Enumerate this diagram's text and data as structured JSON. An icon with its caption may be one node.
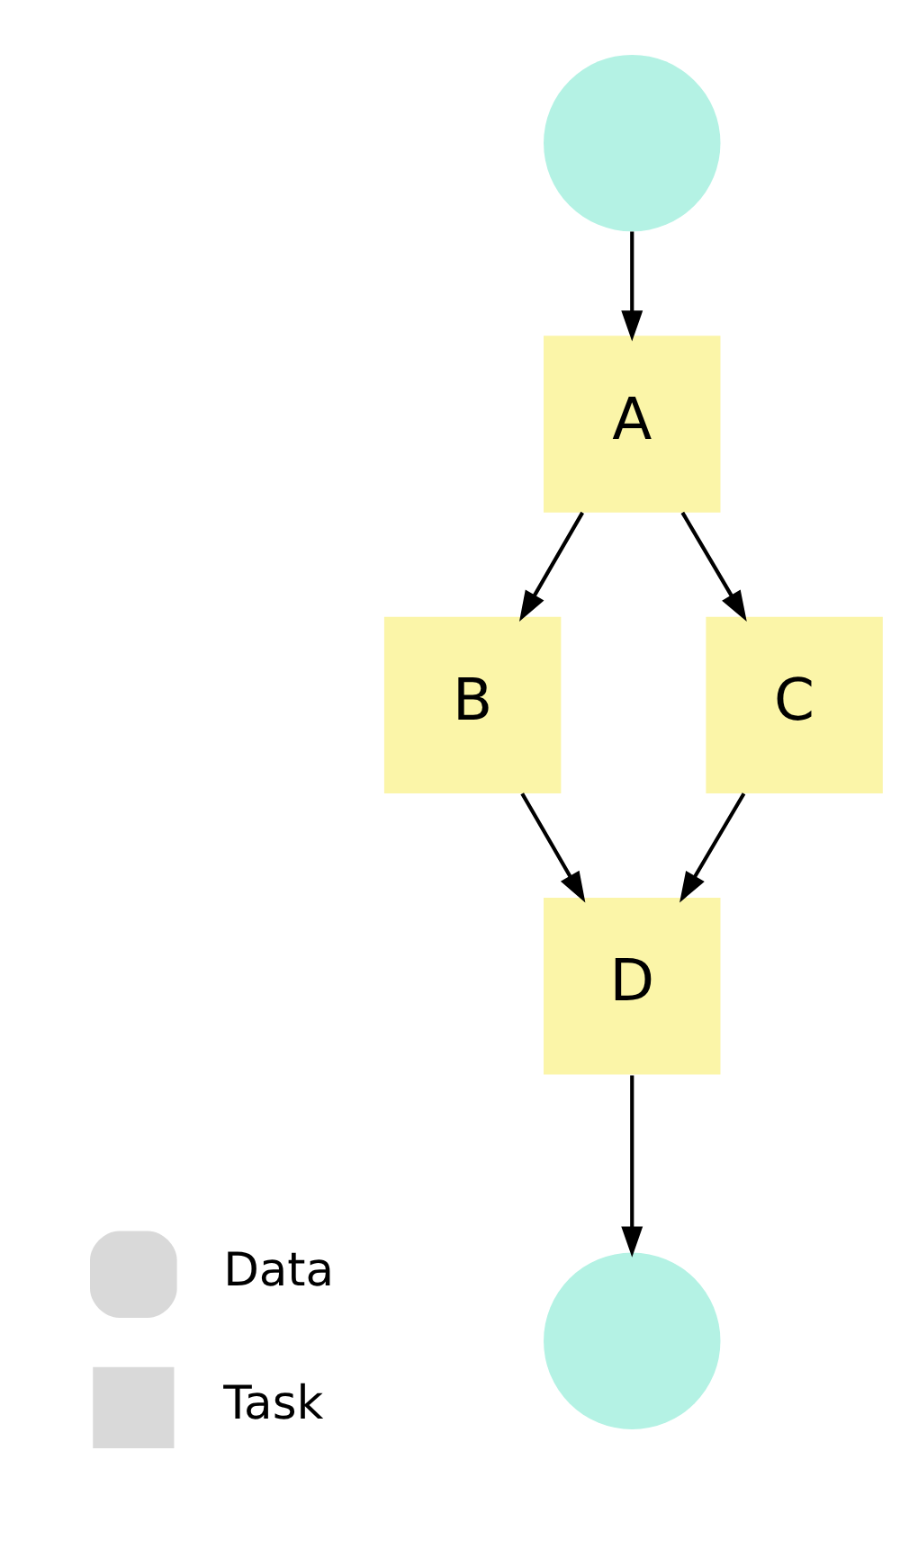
{
  "diagram": {
    "nodes": [
      {
        "text": [],
        "shape": "circle"
      },
      {
        "text": [
          "A"
        ]
      },
      {
        "text": [
          "B"
        ]
      },
      {
        "text": [
          "C"
        ]
      },
      {
        "text": [
          "D"
        ]
      },
      {
        "text": [],
        "shape": "circle"
      }
    ],
    "edges": [
      {
        "from": 0,
        "to": 1,
        "arrow": "to"
      },
      {
        "from": 1,
        "to": 2,
        "arrow": "to"
      },
      {
        "from": 1,
        "to": 3,
        "arrow": "to"
      },
      {
        "from": 2,
        "to": 4,
        "arrow": "to"
      },
      {
        "from": 3,
        "to": 4,
        "arrow": "to"
      },
      {
        "from": 4,
        "to": 5,
        "arrow": "to"
      }
    ],
    "legend": [
      {
        "text": "Data"
      },
      {
        "text": "Task"
      }
    ]
  }
}
